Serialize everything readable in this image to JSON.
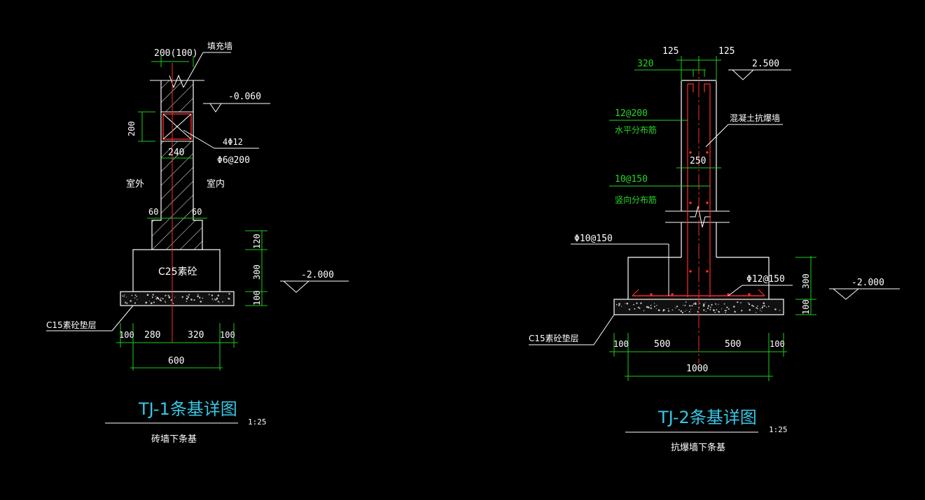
{
  "colors": {
    "background": "#000000",
    "outline": "#ffffff",
    "dimension": "#19d119",
    "rebar": "#ff2a2a",
    "title": "#35c8e6",
    "label_green": "#26d626",
    "concrete_dots": "#c8c8c8"
  },
  "tj1": {
    "title": "TJ-1条基详图",
    "scale": "1:25",
    "subtitle": "砖墙下条基",
    "callout_top": "200(100)",
    "callout_wall": "填充墙",
    "elev_top": "-0.060",
    "elev_bottom": "-2.000",
    "beam_height": "200",
    "beam_width": "240",
    "beam_bars": "4Φ12",
    "beam_stirrups": "Φ6@200",
    "outside": "室外",
    "inside": "室内",
    "step_left": "60",
    "step_right": "60",
    "concrete": "C25素砼",
    "pad": "C15素砼垫层",
    "dim_h_120": "120",
    "dim_h_300": "300",
    "dim_h_100": "100",
    "dim_b_100a": "100",
    "dim_b_280": "280",
    "dim_b_320": "320",
    "dim_b_100b": "100",
    "dim_total": "600"
  },
  "tj2": {
    "title": "TJ-2条基详图",
    "scale": "1:25",
    "subtitle": "抗爆墙下条基",
    "dim_top_125a": "125",
    "dim_top_125b": "125",
    "dim_320": "320",
    "elev_top": "2.500",
    "elev_bottom": "-2.000",
    "horiz_bars": "12@200",
    "horiz_label": "水平分布筋",
    "vert_bars": "10@150",
    "vert_label": "竖向分布筋",
    "wall_label": "混凝土抗爆墙",
    "wall_thick": "250",
    "footing_bars_1": "Φ10@150",
    "footing_bars_2": "Φ12@150",
    "pad": "C15素砼垫层",
    "dim_h_300": "300",
    "dim_h_100": "100",
    "dim_b_100a": "100",
    "dim_b_500a": "500",
    "dim_b_500b": "500",
    "dim_b_100b": "100",
    "dim_total": "1000"
  }
}
